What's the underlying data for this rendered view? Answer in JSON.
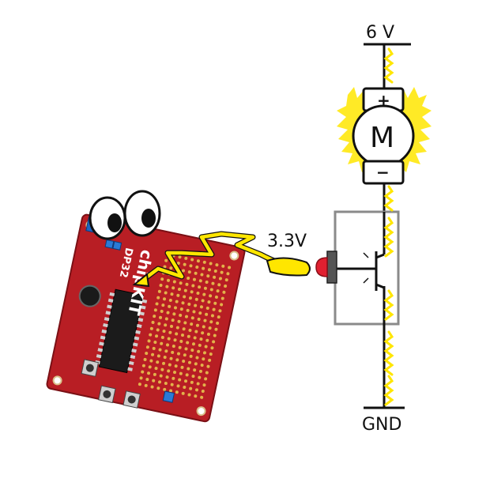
{
  "labels": {
    "supply": "6 V",
    "ground": "GND",
    "signal": "3.3V",
    "motor_letter": "M",
    "motor_plus": "+",
    "motor_minus": "−",
    "board_brand": "chipKIT",
    "board_model": "DP32"
  },
  "colors": {
    "board": "#b81e24",
    "spark": "#ffe600",
    "wire": "#111111",
    "switch_box": "#8a8a8a",
    "button_red": "#e02030",
    "terminal_blue": "#1f66c2"
  },
  "icons": {
    "eyes": "googly-eyes-icon",
    "motor": "dc-motor-icon",
    "switch": "transistor-switch-icon",
    "lightning": "lightning-bolt-icon"
  }
}
